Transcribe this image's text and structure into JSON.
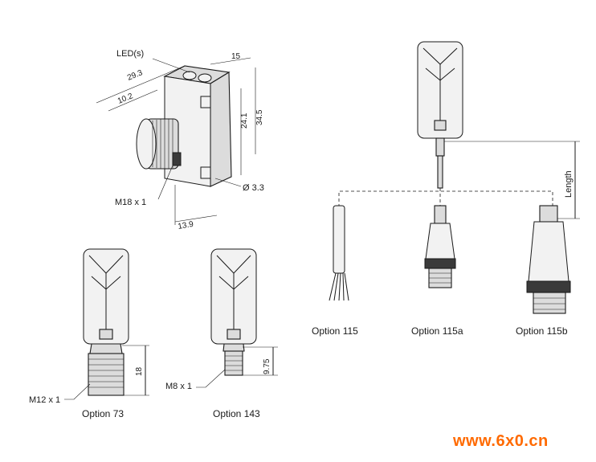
{
  "sensor_3d": {
    "leds_label": "LED(s)",
    "dim_15": "15",
    "dim_29_3": "29.3",
    "dim_10_2": "10.2",
    "dim_24_1": "24.1",
    "dim_34_5": "34.5",
    "dim_13_9": "13.9",
    "thread_label": "M18 x 1",
    "hole_label": "Ø 3.3"
  },
  "cable_variant": {
    "length_label": "Length",
    "options": [
      {
        "label": "Option  115"
      },
      {
        "label": "Option  115a"
      },
      {
        "label": "Option  115b"
      }
    ]
  },
  "option_73": {
    "label": "Option  73",
    "thread_label": "M12 x 1",
    "dim_18": "18"
  },
  "option_143": {
    "label": "Option  143",
    "thread_label": "M8 x 1",
    "dim_9_75": "9.75"
  },
  "watermark": "www.6x0.cn"
}
